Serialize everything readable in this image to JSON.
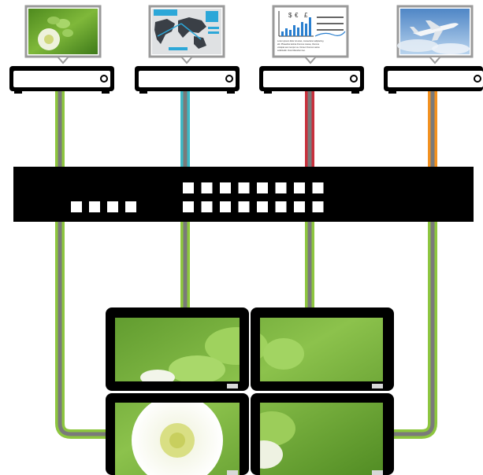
{
  "diagram": {
    "sources": [
      {
        "name": "flower-photo-source",
        "content": "flower-photo",
        "cable_color": "#8dc63f"
      },
      {
        "name": "world-map-source",
        "content": "world-map-infographic",
        "cable_color": "#3fb8c4"
      },
      {
        "name": "chart-document-source",
        "content": "chart-document",
        "cable_color": "#c8303c"
      },
      {
        "name": "airplane-photo-source",
        "content": "airplane-photo",
        "cable_color": "#f29120"
      }
    ],
    "matrix_switcher": {
      "front_panel_buttons": {
        "left_group": 4,
        "top_row": 8,
        "bottom_row": 8
      }
    },
    "video_wall": {
      "layout": "2x2",
      "content": "flower-photo",
      "output_cable_color": "#8dc63f"
    },
    "colors": {
      "device_body": "#000000",
      "cable_core": "#7a7a7a",
      "green_cable": "#8dc63f",
      "cyan_cable": "#3fb8c4",
      "red_cable": "#c8303c",
      "orange_cable": "#f29120"
    },
    "document_thumbnail": {
      "currency_symbols": [
        "$",
        "€",
        "£"
      ],
      "text_lines": [
        "Lorem ipsum dolor sit amet, consectetur adipiscing",
        "elit. Phasellus lacinia rhoncus massa, rhoncus",
        "volutpat sem tempor eu. Donec rhoncus varius",
        "sollicitudin. Duis bibendum leo."
      ]
    }
  }
}
